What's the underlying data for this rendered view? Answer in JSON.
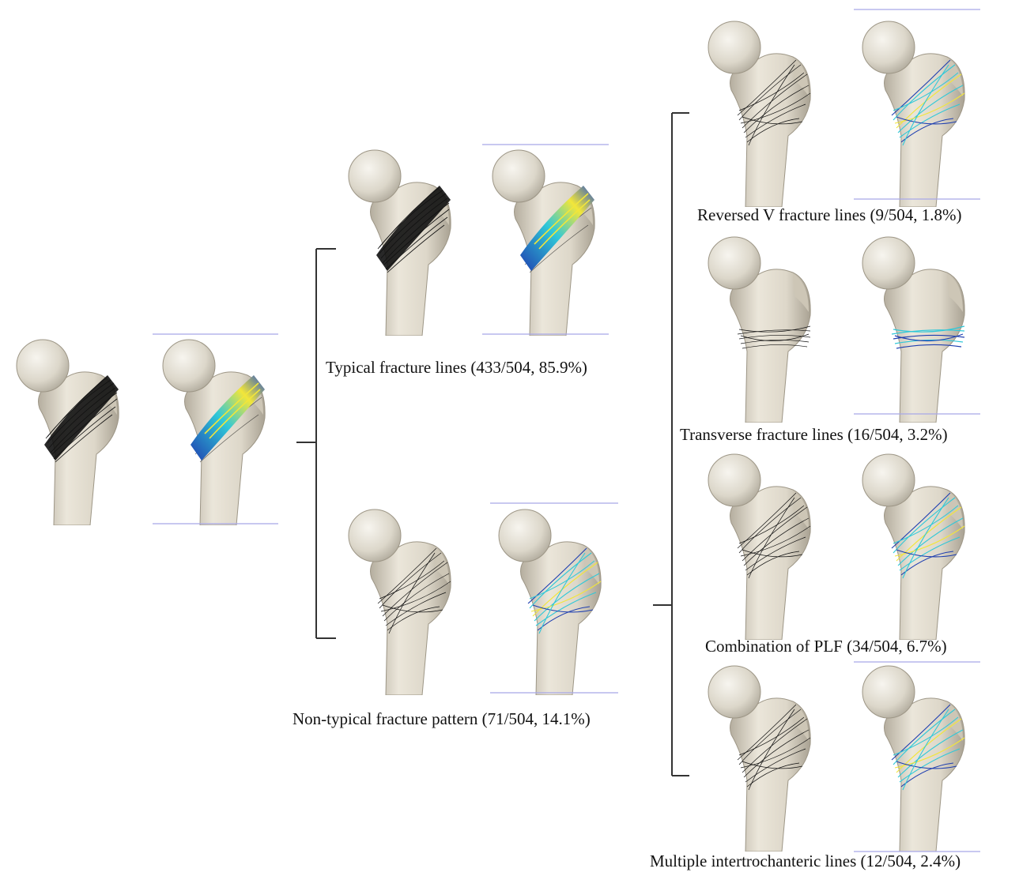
{
  "captions": {
    "typical": "Typical fracture lines (433/504, 85.9%)",
    "nontypical": "Non-typical fracture pattern (71/504, 14.1%)",
    "reversed_v": "Reversed V fracture lines (9/504, 1.8%)",
    "transverse": "Transverse fracture lines  (16/504, 3.2%)",
    "combination": "Combination of PLF (34/504, 6.7%)",
    "multiple": "Multiple intertrochanteric lines (12/504, 2.4%)"
  },
  "colors": {
    "bone": "#e6e0d2",
    "bone_shadow": "#b9b2a3",
    "fracture_line": "#111111",
    "heat_low": "#1f3fb0",
    "heat_mid": "#2fc8d8",
    "heat_high": "#f2e63a",
    "scale_line": "#a8a8e8"
  },
  "icons": [
    "femur-model",
    "fracture-line-map",
    "fracture-heat-map"
  ]
}
